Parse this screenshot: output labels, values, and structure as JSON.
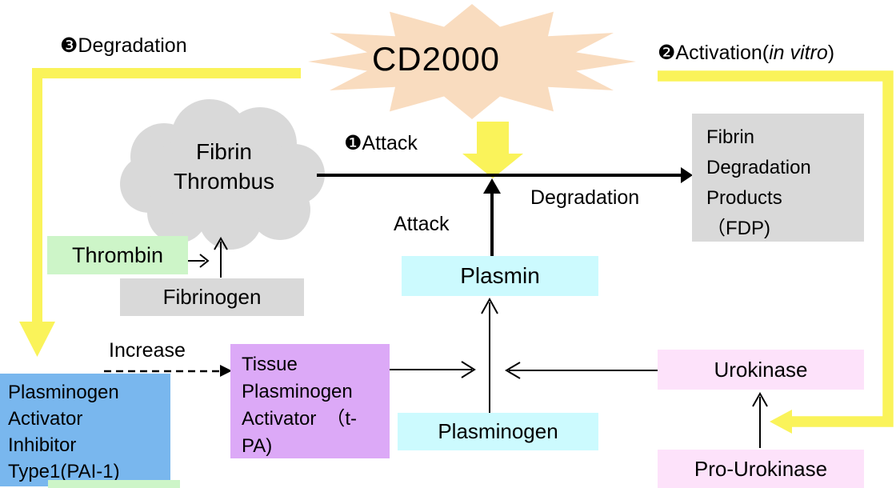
{
  "burst": {
    "label": "CD2000"
  },
  "steps": {
    "attack": {
      "label": "❶Attack"
    },
    "activation": {
      "prefix": "❷Activation(",
      "italic": "in vitro",
      "suffix": ")"
    },
    "degradation": {
      "label": "❸Degradation"
    }
  },
  "labels": {
    "attack_mid": "Attack",
    "degradation_arrow": "Degradation",
    "increase": "Increase"
  },
  "nodes": {
    "fibrin_thrombus": {
      "line1": "Fibrin",
      "line2": "Thrombus"
    },
    "thrombin": {
      "label": "Thrombin"
    },
    "fibrinogen": {
      "label": "Fibrinogen"
    },
    "plasmin": {
      "label": "Plasmin"
    },
    "plasminogen": {
      "label": "Plasminogen"
    },
    "tpa": {
      "line1": "Tissue",
      "line2": "Plasminogen",
      "line3": "Activator　（t-",
      "line4": "PA)"
    },
    "pai1": {
      "line1": "Plasminogen",
      "line2": "Activator",
      "line3": "Inhibitor",
      "line4": "Type1(PAI-1)"
    },
    "fdp": {
      "line1": "Fibrin",
      "line2": "Degradation",
      "line3": "Products",
      "line4": "（FDP)"
    },
    "urokinase": {
      "label": "Urokinase"
    },
    "pro_urokinase": {
      "label": "Pro-Urokinase"
    }
  },
  "colors": {
    "yellow_arrow": "#FAF35A",
    "burst_peach": "#F9DCBF",
    "gray_box": "#D9D9D9",
    "green_box": "#CDF5C8",
    "cyan_box": "#CCFAFE",
    "purple_box": "#DCA9F7",
    "pink_box": "#FDE2FA",
    "blue_box": "#79B7EE",
    "line_black": "#000000"
  }
}
